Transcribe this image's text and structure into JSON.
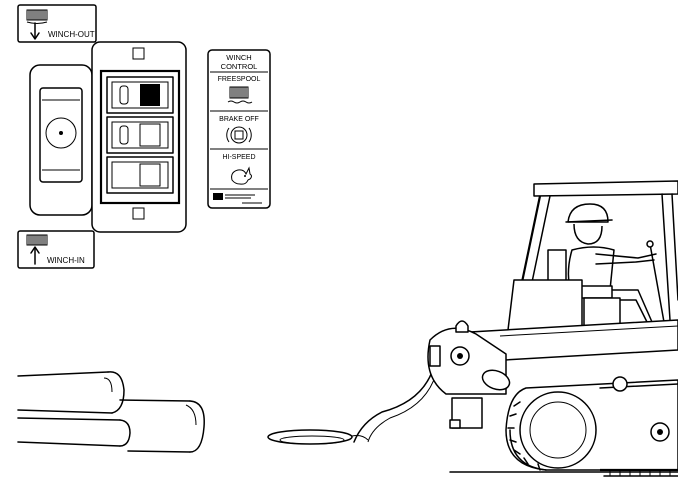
{
  "winch_out_label": {
    "text": "WINCH-OUT"
  },
  "winch_in_label": {
    "text": "WINCH-IN"
  },
  "control_label": {
    "title_line1": "WINCH",
    "title_line2": "CONTROL",
    "freespool": "FREESPOOL",
    "brake_off": "BRAKE OFF",
    "hi_speed": "HI-SPEED"
  },
  "colors": {
    "ink": "#000000",
    "paper": "#ffffff"
  },
  "icons": [
    "winch-drum-icon",
    "arrow-down-icon",
    "arrow-up-icon",
    "brake-icon",
    "rabbit-icon",
    "safety-logo-icon"
  ]
}
